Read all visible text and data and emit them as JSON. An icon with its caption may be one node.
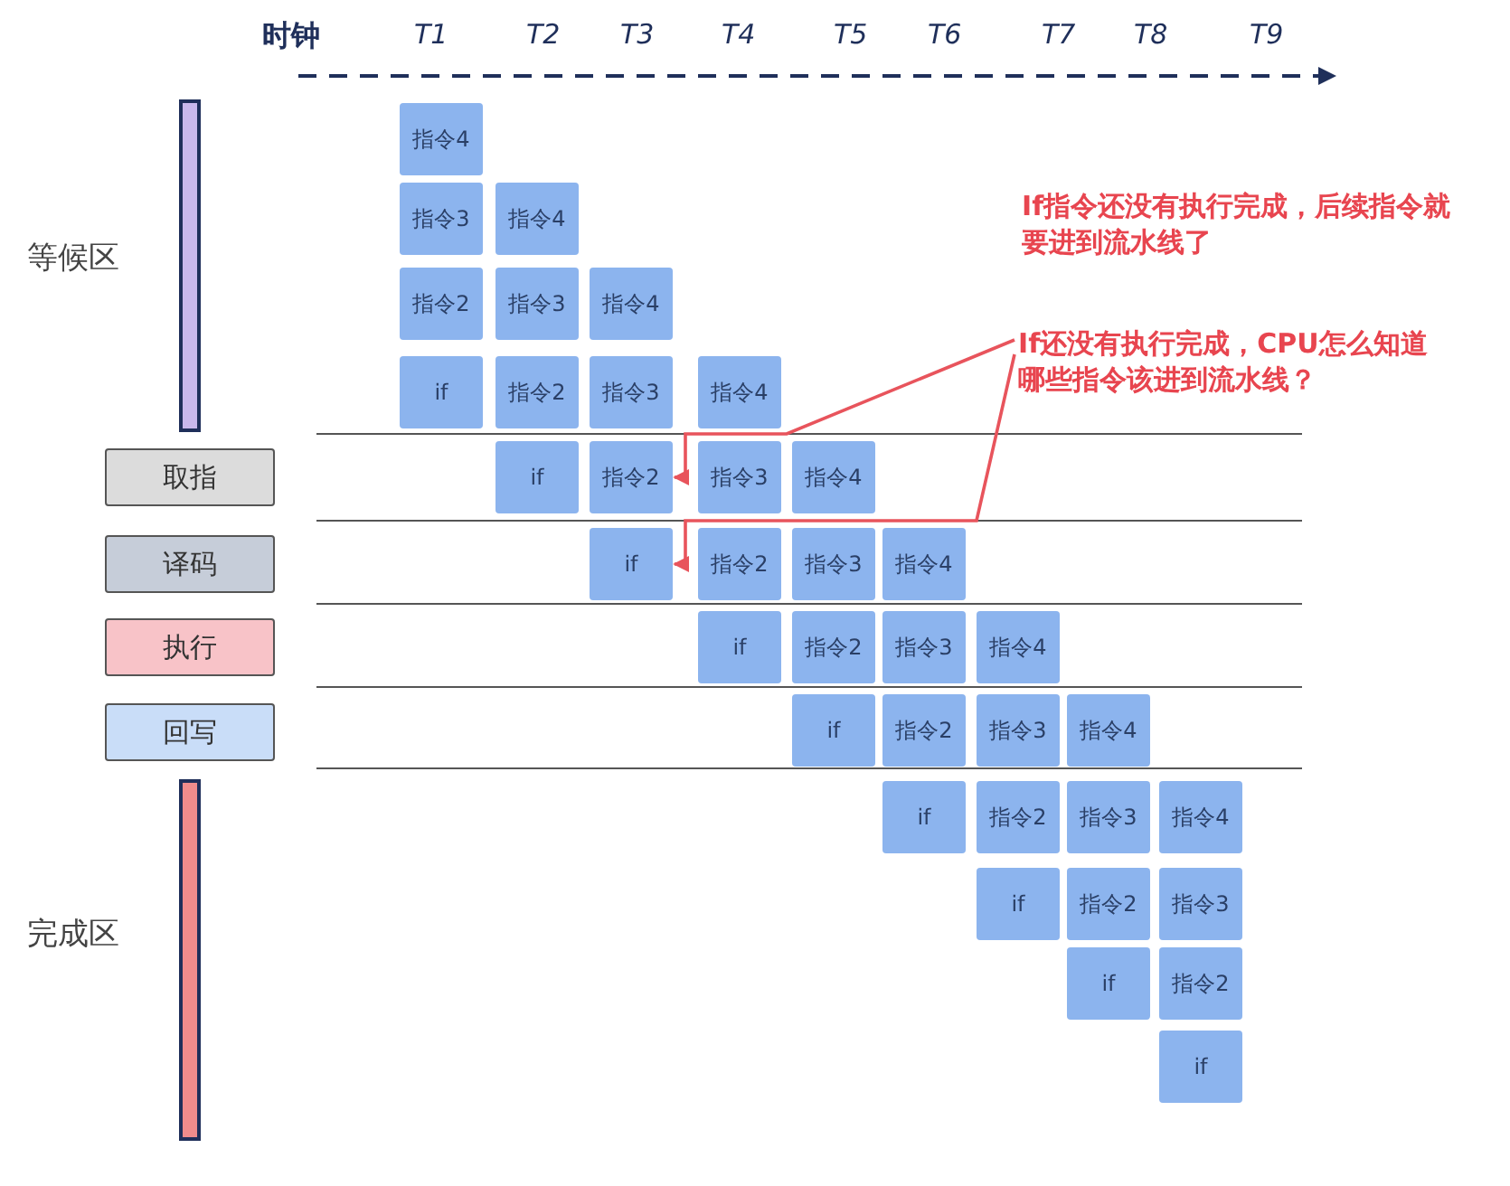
{
  "diagram": {
    "nodes": [
      {
        "text": [
          "取指"
        ]
      },
      {
        "text": [
          "译码"
        ]
      },
      {
        "text": [
          "执行"
        ]
      },
      {
        "text": [
          "回写"
        ]
      },
      {
        "text": [
          "指令4"
        ]
      },
      {
        "text": [
          "指令3"
        ]
      },
      {
        "text": [
          "指令2"
        ]
      },
      {
        "text": [
          "if"
        ]
      },
      {
        "text": [
          "指令4"
        ]
      },
      {
        "text": [
          "指令3"
        ]
      },
      {
        "text": [
          "指令2"
        ]
      },
      {
        "text": [
          "if"
        ]
      },
      {
        "text": [
          "指令4"
        ]
      },
      {
        "text": [
          "指令3"
        ]
      },
      {
        "text": [
          "指令2"
        ]
      },
      {
        "text": [
          "if"
        ]
      },
      {
        "text": [
          "指令4"
        ]
      },
      {
        "text": [
          "指令3"
        ]
      },
      {
        "text": [
          "指令2"
        ]
      },
      {
        "text": [
          "if"
        ]
      },
      {
        "text": [
          "指令4"
        ]
      },
      {
        "text": [
          "指令3"
        ]
      },
      {
        "text": [
          "指令2"
        ]
      },
      {
        "text": [
          "if"
        ]
      },
      {
        "text": [
          "指令4"
        ]
      },
      {
        "text": [
          "指令3"
        ]
      },
      {
        "text": [
          "指令2"
        ]
      },
      {
        "text": [
          "if"
        ]
      },
      {
        "text": [
          "指令4"
        ]
      },
      {
        "text": [
          "指令3"
        ]
      },
      {
        "text": [
          "指令2"
        ]
      },
      {
        "text": [
          "if"
        ]
      },
      {
        "text": [
          "指令4"
        ]
      },
      {
        "text": [
          "指令3"
        ]
      },
      {
        "text": [
          "指令2"
        ]
      },
      {
        "text": [
          "if"
        ]
      },
      {
        "text": [
          "指令4"
        ]
      },
      {
        "text": [
          "指令3"
        ]
      },
      {
        "text": [
          "指令2"
        ]
      },
      {
        "text": [
          "if"
        ]
      },
      {
        "text": [
          "If还没有执行完成，CPU怎么知道哪些指令该进到流水线？"
        ]
      }
    ],
    "edges": [
      {
        "from": 40,
        "to": 14,
        "arrow": "to",
        "color": "#e8545c"
      },
      {
        "from": 40,
        "to": 15,
        "arrow": "to",
        "color": "#e8545c"
      }
    ],
    "labels": [
      "时钟",
      "T1",
      "T2",
      "T3",
      "T4",
      "T5",
      "T6",
      "T7",
      "T8",
      "T9",
      "If指令还没有执行完成，后续指令就要进到流水线了",
      "等候区",
      "完成区"
    ]
  }
}
